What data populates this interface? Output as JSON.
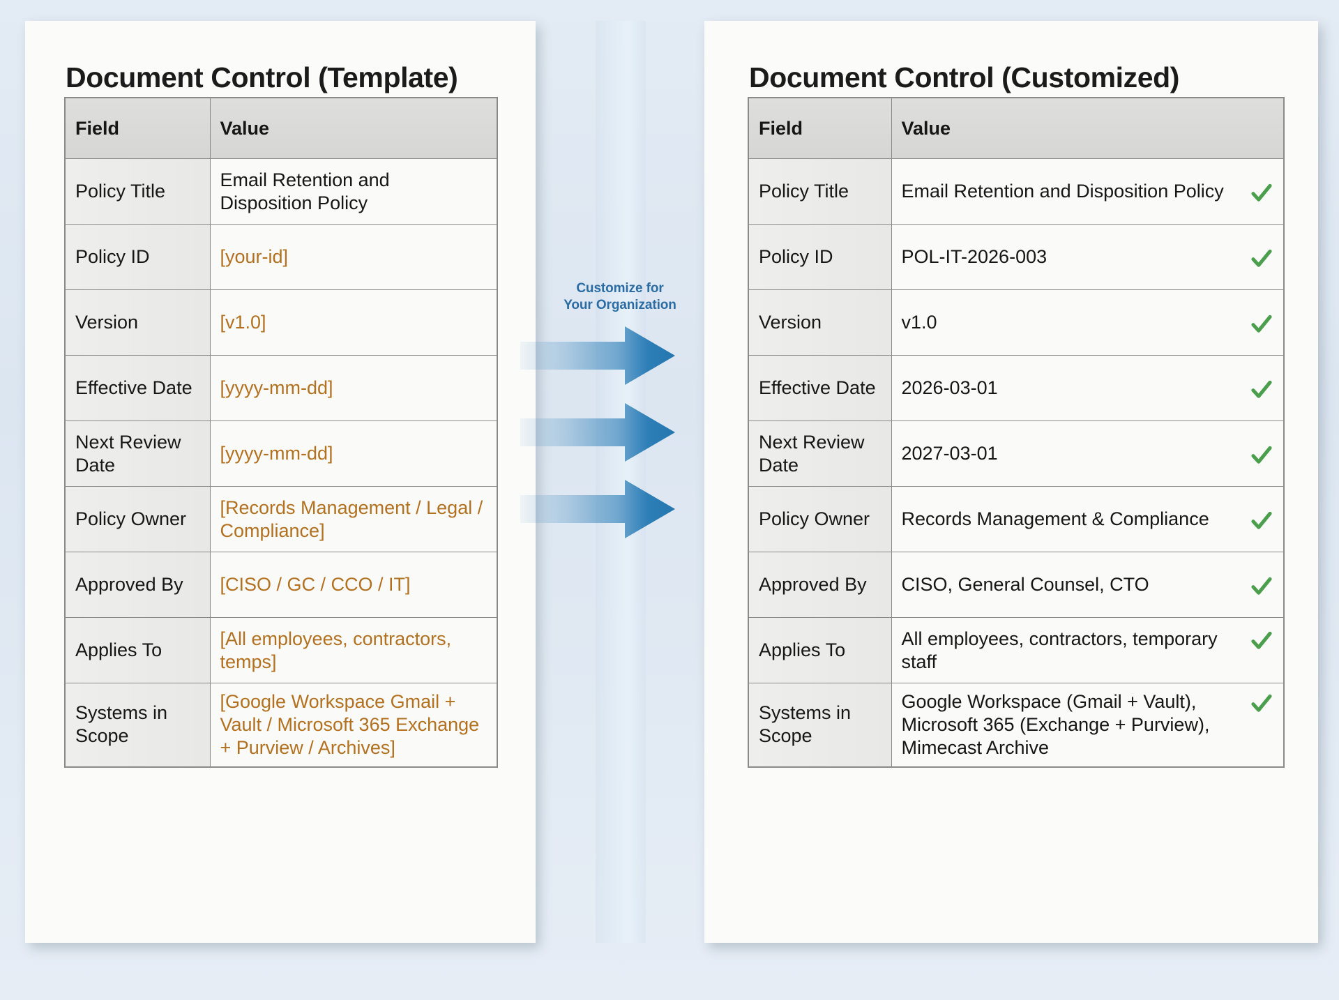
{
  "background_color": "#dfe8f2",
  "accent_colors": {
    "placeholder_orange": "#b3711f",
    "check_green": "#4a9e4c",
    "arrow_blue": "#2e7fb8",
    "label_blue": "#2a6ca3"
  },
  "left_panel": {
    "title": "Document Control (Template)",
    "columns": [
      "Field",
      "Value"
    ],
    "rows": [
      {
        "field": "Policy Title",
        "value": "Email Retention and Disposition Policy",
        "is_placeholder": false
      },
      {
        "field": "Policy ID",
        "value": "[your-id]",
        "is_placeholder": true
      },
      {
        "field": "Version",
        "value": "[v1.0]",
        "is_placeholder": true
      },
      {
        "field": "Effective Date",
        "value": "[yyyy-mm-dd]",
        "is_placeholder": true
      },
      {
        "field": "Next Review Date",
        "value": "[yyyy-mm-dd]",
        "is_placeholder": true
      },
      {
        "field": "Policy Owner",
        "value": "[Records Management / Legal / Compliance]",
        "is_placeholder": true
      },
      {
        "field": "Approved By",
        "value": "[CISO / GC / CCO / IT]",
        "is_placeholder": true
      },
      {
        "field": "Applies To",
        "value": "[All employees, contractors, temps]",
        "is_placeholder": true
      },
      {
        "field": "Systems in Scope",
        "value": "[Google Workspace Gmail + Vault / Microsoft 365 Exchange + Purview / Archives]",
        "is_placeholder": true
      }
    ]
  },
  "connector": {
    "label_line_1": "Customize for",
    "label_line_2": "Your Organization",
    "arrow_count": 3
  },
  "right_panel": {
    "title": "Document Control (Customized)",
    "columns": [
      "Field",
      "Value"
    ],
    "rows": [
      {
        "field": "Policy Title",
        "value": "Email Retention and Disposition Policy",
        "checked": true
      },
      {
        "field": "Policy ID",
        "value": "POL-IT-2026-003",
        "checked": true
      },
      {
        "field": "Version",
        "value": "v1.0",
        "checked": true
      },
      {
        "field": "Effective Date",
        "value": "2026-03-01",
        "checked": true
      },
      {
        "field": "Next Review Date",
        "value": "2027-03-01",
        "checked": true
      },
      {
        "field": "Policy Owner",
        "value": "Records Management & Compliance",
        "checked": true
      },
      {
        "field": "Approved By",
        "value": "CISO, General Counsel, CTO",
        "checked": true
      },
      {
        "field": "Applies To",
        "value": "All employees, contractors, temporary staff",
        "checked": true
      },
      {
        "field": "Systems in Scope",
        "value": "Google Workspace (Gmail + Vault), Microsoft 365 (Exchange + Purview), Mimecast Archive",
        "checked": true
      }
    ]
  }
}
